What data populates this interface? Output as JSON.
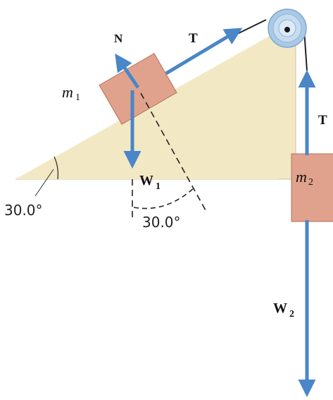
{
  "labels": {
    "normal": "N",
    "tension_top": "T",
    "tension_side": "T",
    "mass1": "m",
    "mass1_sub": "1",
    "mass2": "m",
    "mass2_sub": "2",
    "weight1": "W",
    "weight1_sub": "1",
    "weight2": "W",
    "weight2_sub": "2",
    "incline_angle": "30.0°",
    "weight_angle": "30.0°"
  },
  "colors": {
    "incline_fill": "#f2e8c4",
    "block_fill": "#e0a28c",
    "block_stroke": "#b7705c",
    "vector": "#4a86c8",
    "pulley": "#a9c9e6",
    "rope": "#222222"
  }
}
